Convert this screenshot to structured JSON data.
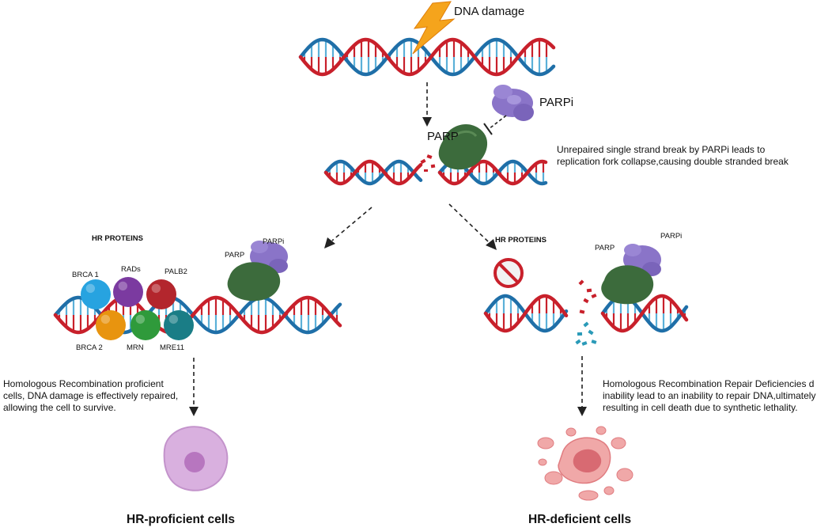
{
  "top": {
    "damage_label": "DNA damage",
    "parpi_label": "PARPi",
    "parp_label": "PARP",
    "break_note": "Unrepaired single strand break by PARPi leads to replication fork collapse,causing double stranded break"
  },
  "left_panel": {
    "header": "HR PROTEINS",
    "parp_label": "PARP",
    "parpi_label": "PARPi",
    "proteins": [
      {
        "name": "BRCA 1",
        "color": "#27a3e0"
      },
      {
        "name": "RADs",
        "color": "#7b3aa0"
      },
      {
        "name": "PALB2",
        "color": "#b3262d"
      },
      {
        "name": "BRCA 2",
        "color": "#e8940f"
      },
      {
        "name": "MRN",
        "color": "#2f9a3b"
      },
      {
        "name": "MRE11",
        "color": "#1a7d86"
      }
    ],
    "note": "Homologous Recombination proficient cells, DNA damage is effectively repaired, allowing the cell to survive.",
    "caption": "HR-proficient cells"
  },
  "right_panel": {
    "header": "HR PROTEINS",
    "parp_label": "PARP",
    "parpi_label": "PARPi",
    "note": "Homologous Recombination  Repair Deficiencies d inability lead to an inability to repair DNA,ultimately resulting in cell death due to synthetic lethality.",
    "caption": "HR-deficient  cells"
  },
  "colors": {
    "strand_red": "#c8202b",
    "strand_blue": "#1f6fa8",
    "parp_green": "#3c6b3c",
    "parpi_purple": "#8a74c8",
    "healthy_cell": "#d6a9dc",
    "dead_cell": "#f0a3a3",
    "bolt": "#f5a41c"
  },
  "icons": [
    "lightning-bolt-icon",
    "prohibited-icon",
    "arrow-down-icon",
    "inhibition-icon"
  ]
}
